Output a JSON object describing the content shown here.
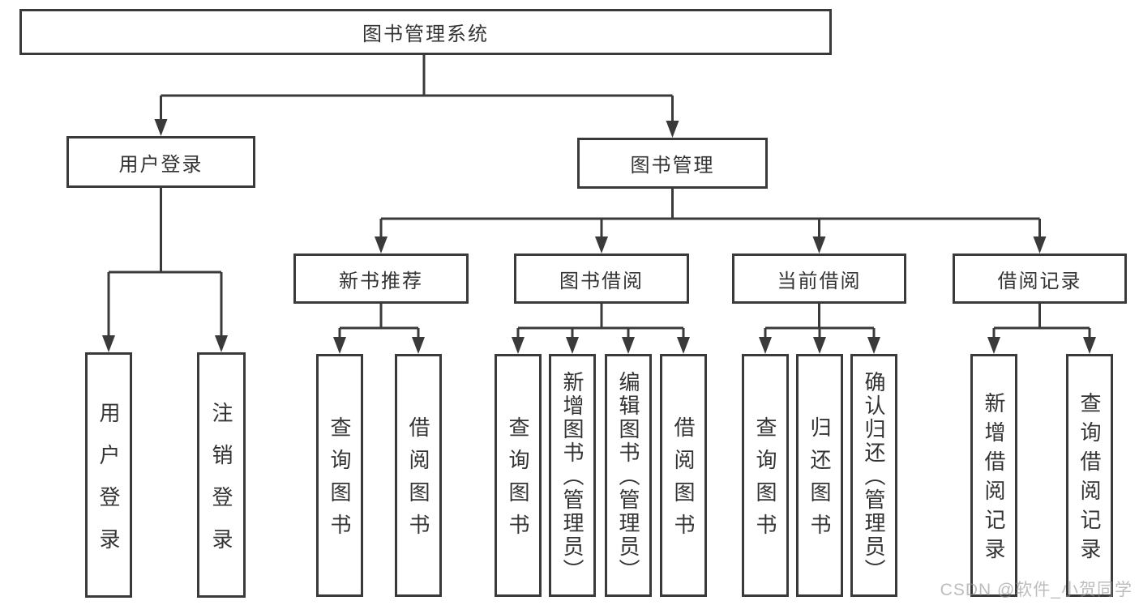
{
  "diagram": {
    "root": {
      "label": "图书管理系统"
    },
    "level2": [
      {
        "label": "用户登录"
      },
      {
        "label": "图书管理"
      }
    ],
    "level3": [
      {
        "label": "新书推荐"
      },
      {
        "label": "图书借阅"
      },
      {
        "label": "当前借阅"
      },
      {
        "label": "借阅记录"
      }
    ],
    "leaves": {
      "login": [
        {
          "label": "用户登录"
        },
        {
          "label": "注销登录"
        }
      ],
      "recommend": [
        {
          "label": "查询图书"
        },
        {
          "label": "借阅图书"
        }
      ],
      "borrow": [
        {
          "label": "查询图书"
        },
        {
          "label": "新增图书（管理员）"
        },
        {
          "label": "编辑图书（管理员）"
        },
        {
          "label": "借阅图书"
        }
      ],
      "current": [
        {
          "label": "查询图书"
        },
        {
          "label": "归还图书"
        },
        {
          "label": "确认归还（管理员）"
        }
      ],
      "records": [
        {
          "label": "新增借阅记录"
        },
        {
          "label": "查询借阅记录"
        }
      ]
    }
  },
  "watermark": {
    "text": "CSDN @软件_小贺同学"
  },
  "colors": {
    "line": "#3a3a3a",
    "text": "#333333",
    "background": "#ffffff",
    "watermark_gray": "#919191"
  }
}
